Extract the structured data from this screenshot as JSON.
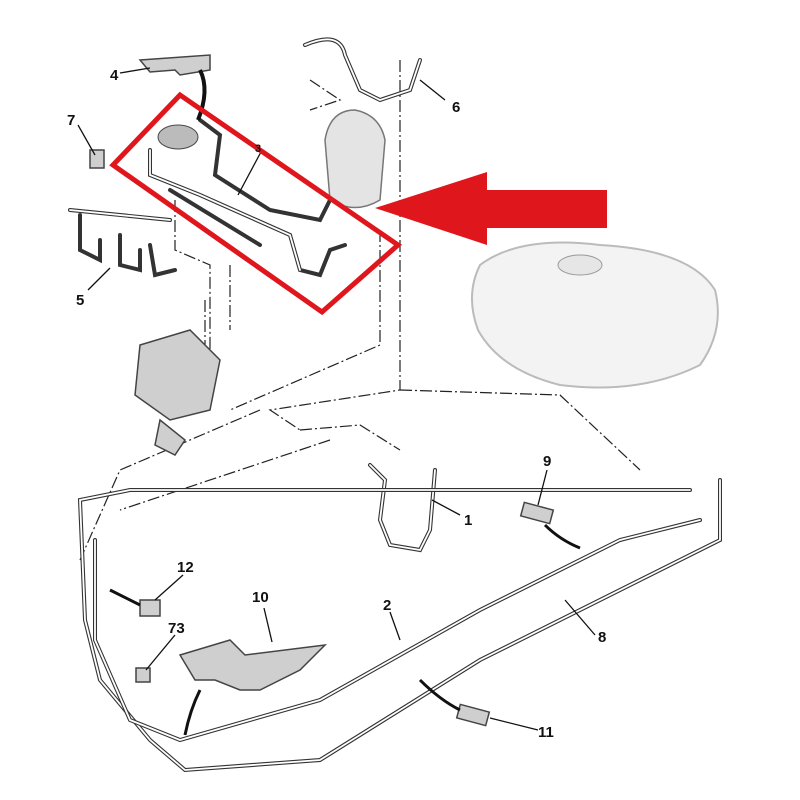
{
  "diagram": {
    "callouts": [
      "1",
      "2",
      "3",
      "4",
      "5",
      "6",
      "7",
      "8",
      "9",
      "10",
      "11",
      "12",
      "73"
    ],
    "highlight_color": "#e0161d",
    "highlight_target": "3"
  }
}
